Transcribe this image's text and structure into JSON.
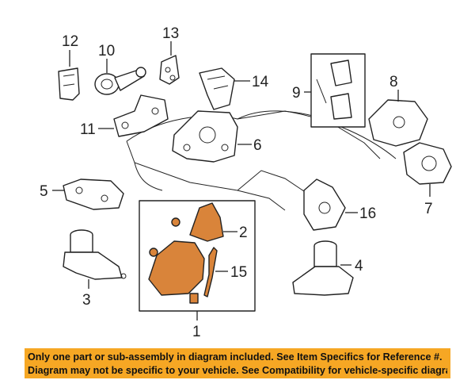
{
  "callouts": {
    "c1": "1",
    "c2": "2",
    "c3": "3",
    "c4": "4",
    "c5": "5",
    "c6": "6",
    "c7": "7",
    "c8": "8",
    "c9": "9",
    "c10": "10",
    "c11": "11",
    "c12": "12",
    "c13": "13",
    "c14": "14",
    "c15": "15",
    "c16": "16"
  },
  "banner": {
    "line1": "Only one part or sub-assembly in diagram included. See Item Specifics for Reference #.",
    "line2": "Diagram may not be specific to your vehicle. See Compatibility for vehicle-specific diagrams."
  },
  "colors": {
    "highlight": "#d9843a",
    "banner": "#f6a724"
  }
}
